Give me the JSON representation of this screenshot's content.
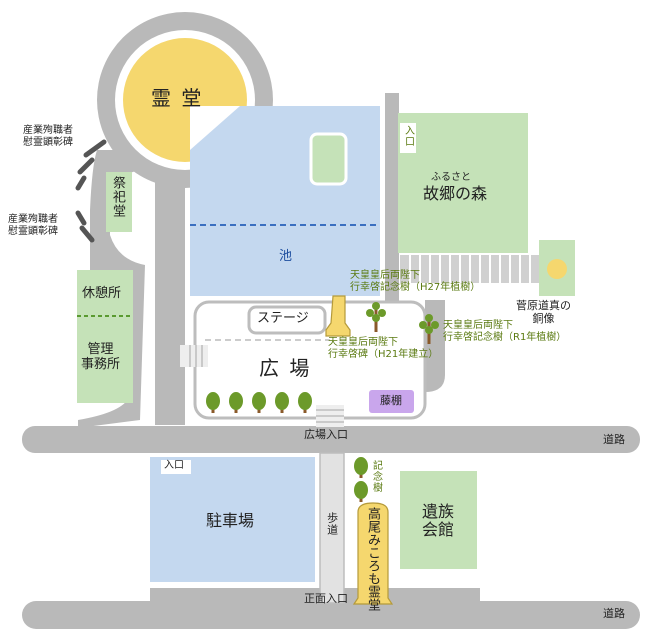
{
  "labels": {
    "reido": "霊 堂",
    "saishido": "祭祀堂",
    "monument_upper": "産業殉職者\n慰霊顕彰碑",
    "monument_lower": "産業殉職者\n慰霊顕彰碑",
    "kyukeijo": "休憩所",
    "kanri": "管理\n事務所",
    "ike": "池",
    "furusato_ruby": "ふるさと",
    "furusato": "故郷の森",
    "iriguchi_north": "入口",
    "stage": "ステージ",
    "hiroba": "広 場",
    "fujidana": "藤棚",
    "commem_h27": "天皇皇后両陛下\n行幸啓記念樹（H27年植樹）",
    "commem_h21": "天皇皇后両陛下\n行幸啓碑（H21年建立）",
    "commem_r1": "天皇皇后両陛下\n行幸啓記念樹（R1年植樹）",
    "sugawara": "菅原道真の\n銅像",
    "road_upper": "道路",
    "hiroba_iriguchi": "広場入口",
    "iriguchi_parking": "入口",
    "parking": "駐車場",
    "hodo": "歩道",
    "kinenju": "記念樹",
    "takao": "高尾みころも霊堂",
    "izoku": "遺族\n会館",
    "shomen_iriguchi": "正面入口",
    "road_lower": "道路"
  },
  "colors": {
    "road": "#b8b8b8",
    "road_edge": "#a5a5a5",
    "hall": "#f5d76e",
    "green_area": "#c5e2b8",
    "pond": "#c4d8ef",
    "pond_line": "#3a6fc0",
    "plaza_border": "#bdbdbd",
    "fujidana": "#c9a6ec",
    "takao": "#f5d76e",
    "tree": "#6c9a2a",
    "trunk": "#8a5a2a",
    "label_green": "#5a7a10"
  },
  "icons": [
    "tree-icon",
    "commemorative-tree-icon",
    "monument-icon",
    "statue-icon"
  ]
}
